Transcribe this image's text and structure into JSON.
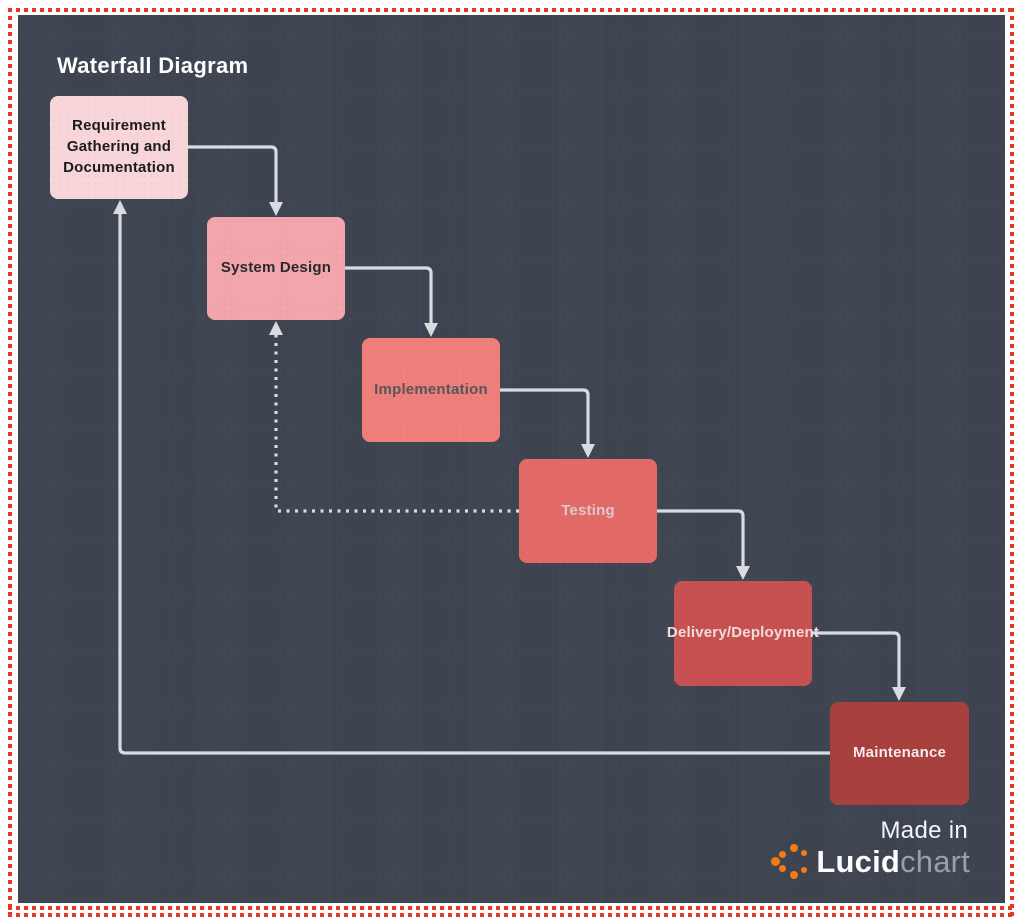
{
  "frame": {
    "border_color": "#e8362a",
    "page_background": "#ffffff"
  },
  "canvas": {
    "title": "Waterfall Diagram",
    "title_color": "#fcfdfe",
    "background": "#3d4450",
    "connector_color": "#d8dbe0"
  },
  "nodes": [
    {
      "label": "Requirement Gathering and Documentation",
      "fill": "#f7d5d8",
      "text_color": "#1c1c1e"
    },
    {
      "label": "System Design",
      "fill": "#f2a6ab",
      "text_color": "#2a2a2d"
    },
    {
      "label": "Implementation",
      "fill": "#ee7f7b",
      "text_color": "#55555c"
    },
    {
      "label": "Testing",
      "fill": "#e26b68",
      "text_color": "#ddc8cb"
    },
    {
      "label": "Delivery/Deployment",
      "fill": "#c65150",
      "text_color": "#f2dbdc"
    },
    {
      "label": "Maintenance",
      "fill": "#a8403e",
      "text_color": "#f6ebea"
    }
  ],
  "connectors": [
    {
      "from": "Requirement Gathering and Documentation",
      "to": "System Design",
      "style": "solid"
    },
    {
      "from": "System Design",
      "to": "Implementation",
      "style": "solid"
    },
    {
      "from": "Implementation",
      "to": "Testing",
      "style": "solid"
    },
    {
      "from": "Testing",
      "to": "Delivery/Deployment",
      "style": "solid"
    },
    {
      "from": "Delivery/Deployment",
      "to": "Maintenance",
      "style": "solid"
    },
    {
      "from": "Testing",
      "to": "System Design",
      "style": "dotted"
    },
    {
      "from": "Maintenance",
      "to": "Requirement Gathering and Documentation",
      "style": "solid"
    }
  ],
  "footer": {
    "made_in": "Made in",
    "brand_bold": "Lucid",
    "brand_light": "chart",
    "brand_accent": "#f47b16"
  }
}
